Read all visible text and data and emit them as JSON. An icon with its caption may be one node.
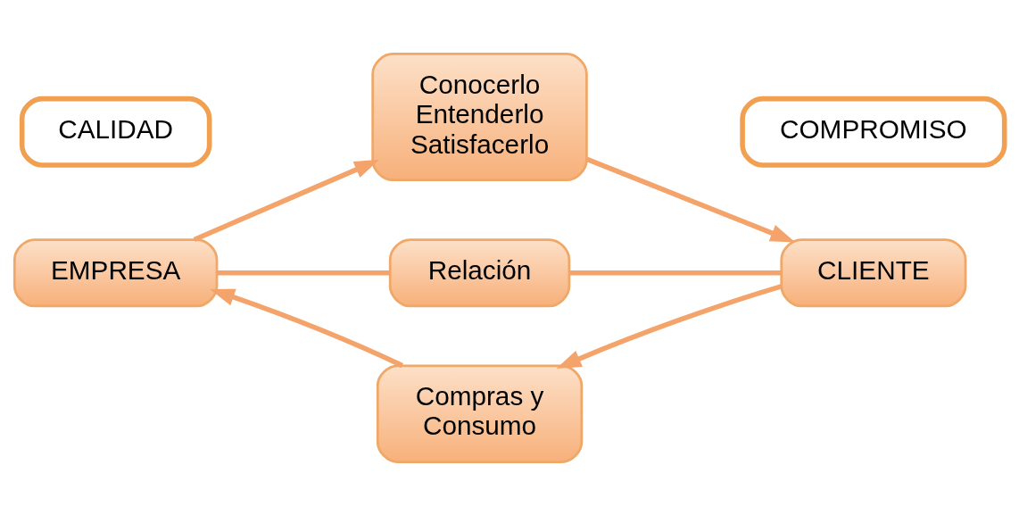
{
  "diagram": {
    "nodes": [
      {
        "text": [
          "CALIDAD"
        ]
      },
      {
        "text": [
          "Conocerlo Entenderlo Satisfacerlo"
        ]
      },
      {
        "text": [
          "COMPROMISO"
        ]
      },
      {
        "text": [
          "EMPRESA"
        ]
      },
      {
        "text": [
          "Relación"
        ]
      },
      {
        "text": [
          "CLIENTE"
        ]
      },
      {
        "text": [
          "Compras y Consumo"
        ]
      }
    ],
    "edges": [
      {
        "from": 3,
        "to": 1,
        "arrow": "to"
      },
      {
        "from": 1,
        "to": 5,
        "arrow": "to"
      },
      {
        "from": 5,
        "to": 6,
        "arrow": "to"
      },
      {
        "from": 6,
        "to": 3,
        "arrow": "to"
      },
      {
        "from": 3,
        "to": 4,
        "arrow": "none"
      },
      {
        "from": 4,
        "to": 5,
        "arrow": "none"
      }
    ]
  }
}
